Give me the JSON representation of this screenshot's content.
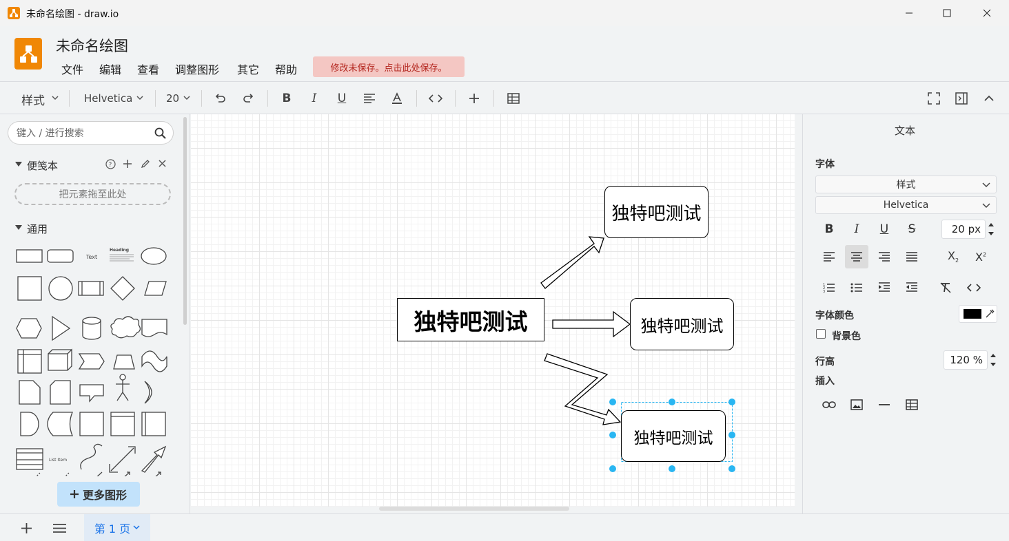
{
  "window": {
    "title": "未命名绘图 - draw.io"
  },
  "header": {
    "doc_title": "未命名绘图",
    "menus": [
      "文件",
      "编辑",
      "查看",
      "调整图形",
      "其它",
      "帮助"
    ],
    "unsaved_notice": "修改未保存。点击此处保存。"
  },
  "toolbar": {
    "style_label": "样式",
    "font_family": "Helvetica",
    "font_size": "20"
  },
  "sidebar": {
    "search_placeholder": "键入 / 进行搜索",
    "scratchpad_label": "便笺本",
    "dropzone_text": "把元素拖至此处",
    "general_label": "通用",
    "shape_text_label": "Text",
    "shape_heading_label": "Heading",
    "shape_listitem_label": "List Item",
    "more_shapes_label": "更多图形"
  },
  "canvas": {
    "nodes": [
      {
        "text": "独特吧测试"
      },
      {
        "text": "独特吧测试"
      },
      {
        "text": "独特吧测试"
      },
      {
        "text": "独特吧测试"
      }
    ]
  },
  "format_panel": {
    "tab_label": "文本",
    "font_section": "字体",
    "style_select": "样式",
    "font_select": "Helvetica",
    "font_size_value": "20 px",
    "font_color_label": "字体颜色",
    "font_color": "#000000",
    "bg_color_label": "背景色",
    "line_height_label": "行高",
    "line_height_value": "120 %",
    "insert_label": "插入"
  },
  "footer": {
    "page_tab": "第 1 页"
  },
  "colors": {
    "accent": "#f08705",
    "selection": "#29b6f2",
    "unsaved_bg": "#f4c7c3",
    "unsaved_text": "#b3261e"
  }
}
